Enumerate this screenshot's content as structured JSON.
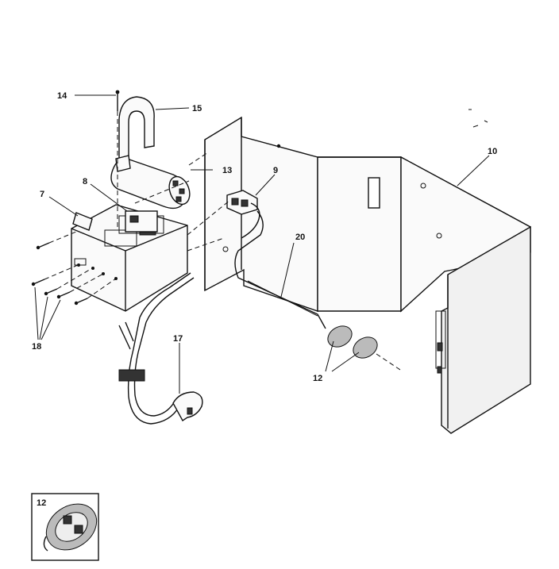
{
  "callouts": {
    "c7": "7",
    "c8": "8",
    "c9": "9",
    "c10": "10",
    "c12": "12",
    "c13": "13",
    "c14": "14",
    "c15": "15",
    "c17": "17",
    "c18": "18",
    "c20": "20",
    "inset": "12"
  }
}
